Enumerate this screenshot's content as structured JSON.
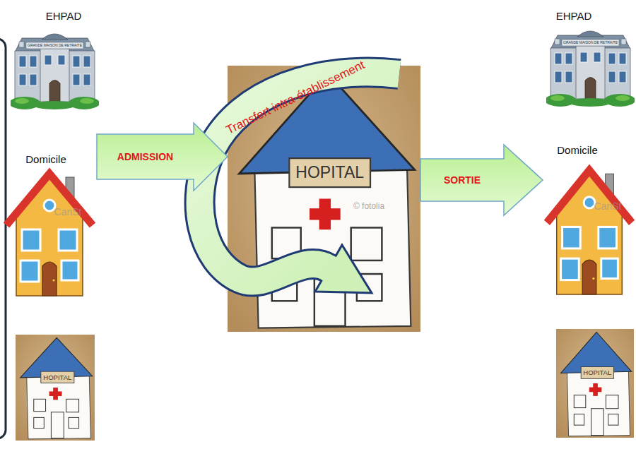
{
  "diagram": {
    "nodes": [
      {
        "text": [
          "EHPAD",
          "GRANDE MAISON DE RETRAITE"
        ]
      },
      {
        "text": [
          "Domicile"
        ]
      },
      {
        "text": [
          "HOPITAL"
        ]
      },
      {
        "text": [
          "HOPITAL"
        ]
      },
      {
        "text": [
          "EHPAD",
          "GRANDE MAISON DE RETRAITE"
        ]
      },
      {
        "text": [
          "Domicile"
        ]
      },
      {
        "text": [
          "HOPITAL"
        ]
      }
    ],
    "edges": [
      {
        "from": 1,
        "to": 3,
        "label": "ADMISSION",
        "arrow": "to"
      },
      {
        "from": 3,
        "to": 5,
        "label": "SORTIE",
        "arrow": "to"
      }
    ],
    "labels": [
      "Transfert intra-établissement",
      "© fotolia",
      "CanSt",
      "CanSt"
    ]
  }
}
